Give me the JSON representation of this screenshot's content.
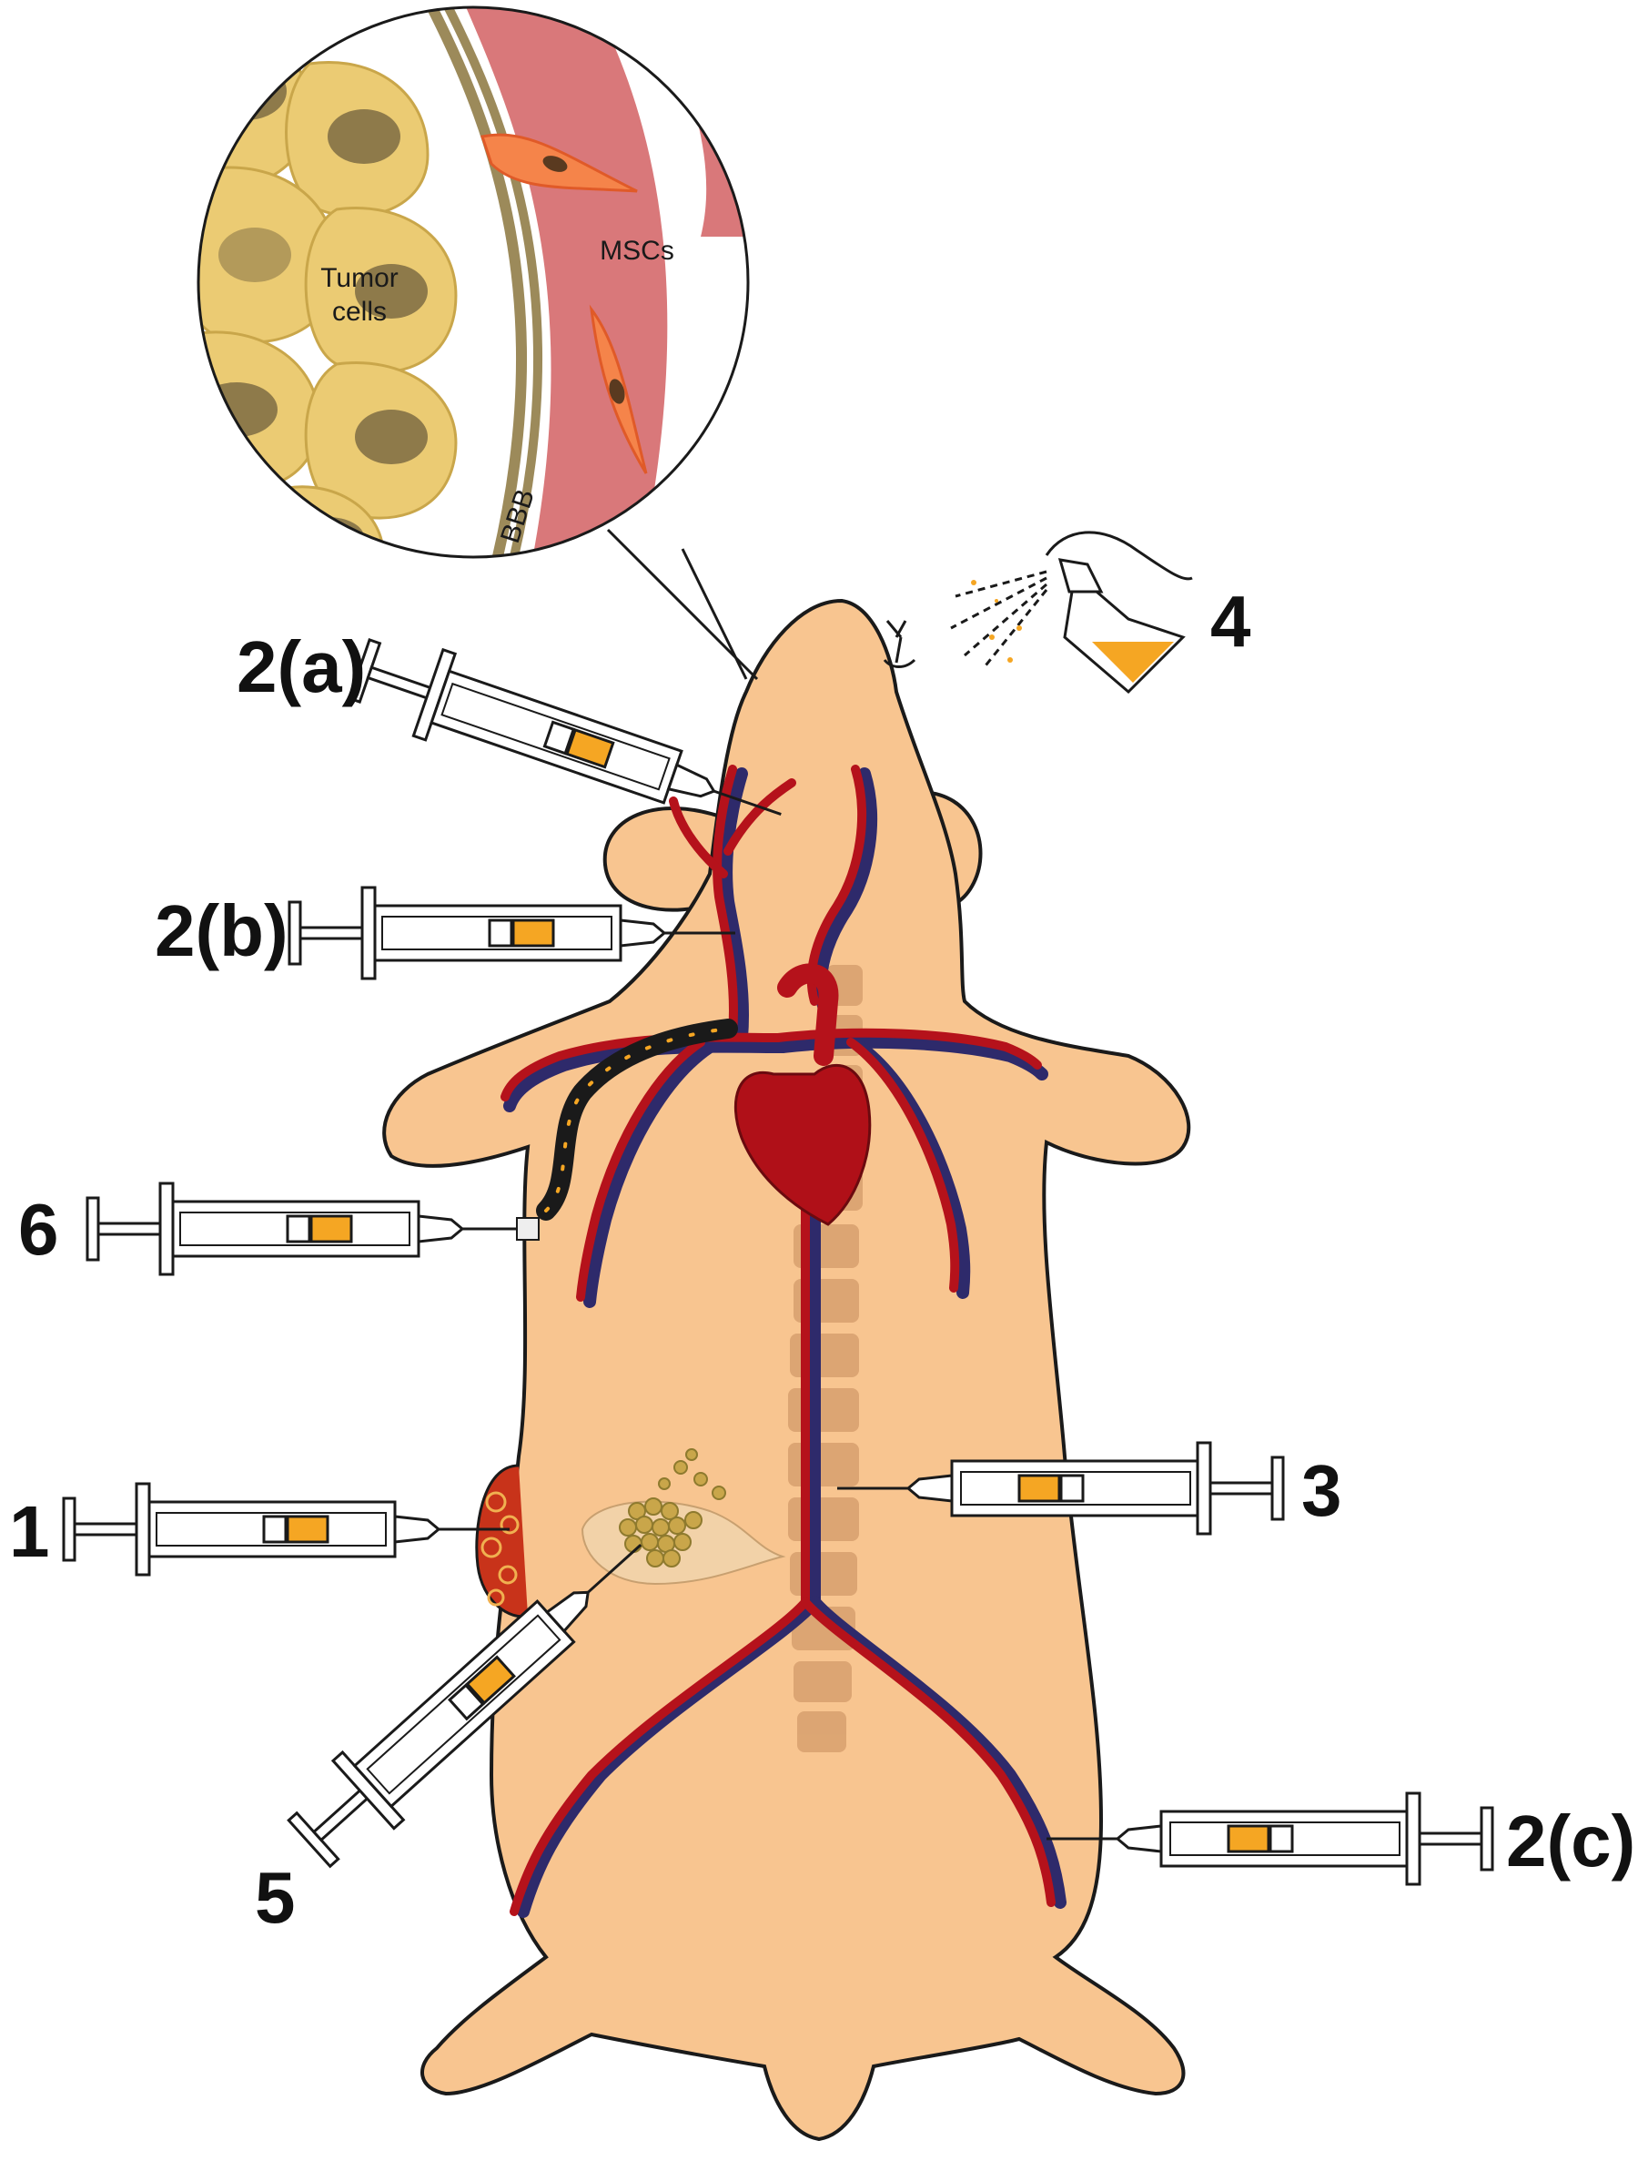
{
  "labels": {
    "site_1": "1",
    "site_2a": "2(a)",
    "site_2b": "2(b)",
    "site_2c": "2(c)",
    "site_3": "3",
    "site_4": "4",
    "site_5": "5",
    "site_6": "6"
  },
  "inset": {
    "tumor_line1": "Tumor",
    "tumor_line2": "cells",
    "mscs": "MSCs",
    "bbb": "BBB"
  },
  "colors": {
    "skin": "#F8C590",
    "outline": "#1a1a1a",
    "artery": "#B5121B",
    "vein": "#2E2A6B",
    "heart": "#B01018",
    "drug": "#F5A623",
    "tumor_cell": "#EBCB73",
    "nucleus": "#8E7A4A",
    "vessel_wall": "#D9787A",
    "msc": "#F5844A"
  }
}
